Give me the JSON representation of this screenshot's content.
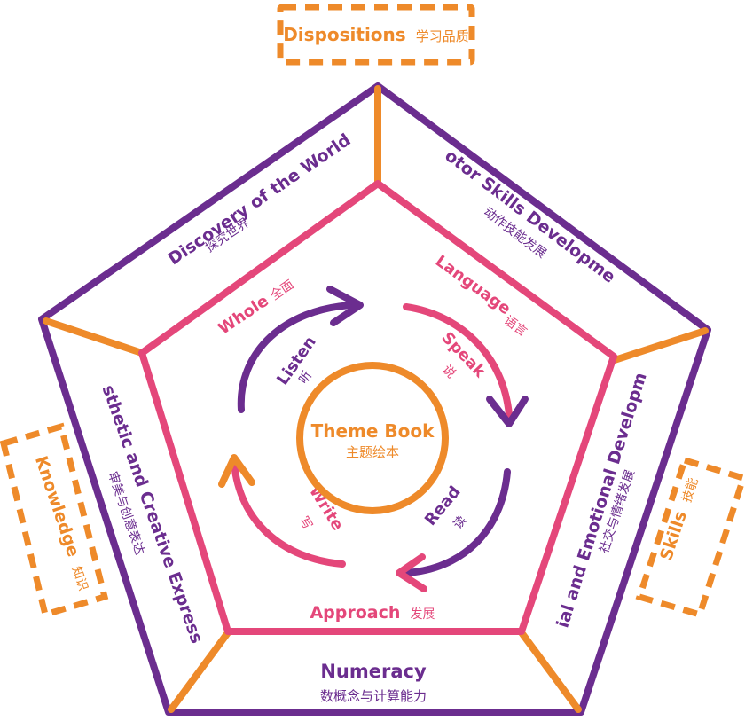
{
  "outer_domains": {
    "discovery": {
      "en": "Discovery of the World",
      "zh": "探究世界"
    },
    "motor": {
      "en": "Motor Skills Development",
      "zh": "动作技能发展"
    },
    "social": {
      "en": "Social and Emotional Development",
      "zh": "社交与情绪发展"
    },
    "numeracy": {
      "en": "Numeracy",
      "zh": "数概念与计算能力"
    },
    "aesthetic": {
      "en": "Aesthetic and Creative Expression",
      "zh": "审美与创意表达"
    }
  },
  "inner_ring": {
    "whole": {
      "en": "Whole",
      "zh": "全面"
    },
    "language": {
      "en": "Language",
      "zh": "语言"
    },
    "approach": {
      "en": "Approach",
      "zh": "发展"
    }
  },
  "cycle": {
    "listen": {
      "en": "Listen",
      "zh": "听"
    },
    "speak": {
      "en": "Speak",
      "zh": "说"
    },
    "read": {
      "en": "Read",
      "zh": "读"
    },
    "write": {
      "en": "Write",
      "zh": "写"
    }
  },
  "center": {
    "en": "Theme Book",
    "zh": "主题绘本"
  },
  "side_boxes": {
    "dispositions": {
      "en": "Dispositions",
      "zh": "学习品质"
    },
    "knowledge": {
      "en": "Knowledge",
      "zh": "知识"
    },
    "skills": {
      "en": "Skills",
      "zh": "技能"
    }
  },
  "colors": {
    "purple": "#6b2d8f",
    "pink": "#e4477a",
    "orange": "#ee8a2a"
  }
}
